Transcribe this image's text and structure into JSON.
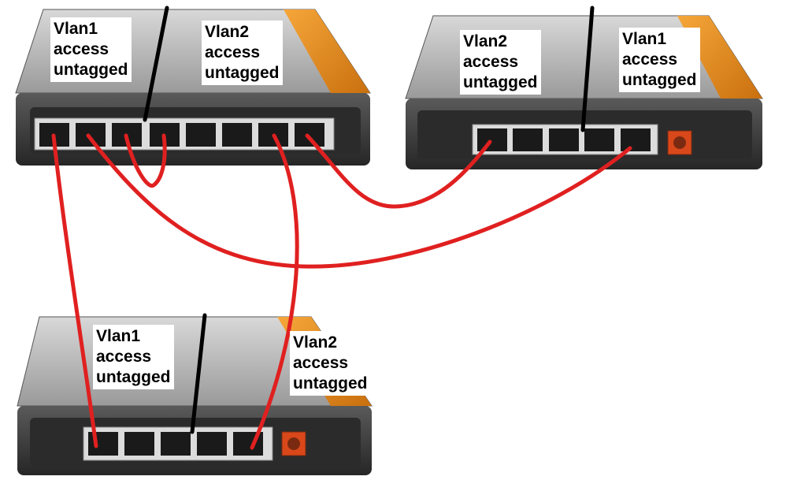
{
  "labels": {
    "sw1_left": {
      "vlan": "Vlan1",
      "mode": "access",
      "tag": "untagged"
    },
    "sw1_right": {
      "vlan": "Vlan2",
      "mode": "access",
      "tag": "untagged"
    },
    "sw2_left": {
      "vlan": "Vlan2",
      "mode": "access",
      "tag": "untagged"
    },
    "sw2_right": {
      "vlan": "Vlan1",
      "mode": "access",
      "tag": "untagged"
    },
    "sw3_left": {
      "vlan": "Vlan1",
      "mode": "access",
      "tag": "untagged"
    },
    "sw3_right": {
      "vlan": "Vlan2",
      "mode": "access",
      "tag": "untagged"
    }
  },
  "colors": {
    "cable": "#e02020",
    "vlan_divider": "#000000",
    "switch_body": "#3a3a3a",
    "switch_top": "#b8b8b8",
    "accent": "#e8901c"
  }
}
